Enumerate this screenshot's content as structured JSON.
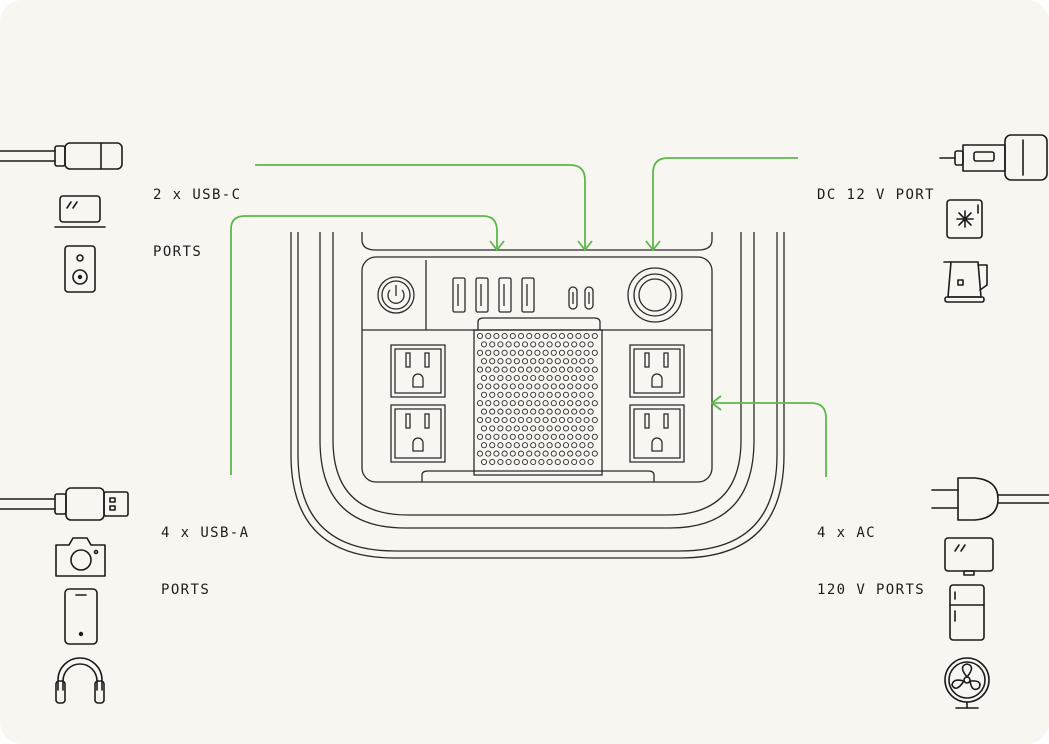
{
  "labels": {
    "usb_c": {
      "line1": "2 x USB-C",
      "line2": "PORTS"
    },
    "dc": {
      "line1": "DC 12 V PORT"
    },
    "usb_a": {
      "line1": "4 x USB-A",
      "line2": "PORTS"
    },
    "ac": {
      "line1": "4 x AC",
      "line2": "120 V PORTS"
    }
  },
  "colors": {
    "background": "#f8f6f0",
    "connector": "#5cb84d",
    "ink": "#1c1c1c"
  },
  "icons": {
    "usb_c_side": [
      "usb-c-cable-icon",
      "laptop-icon",
      "speaker-icon"
    ],
    "usb_a_side": [
      "usb-a-cable-icon",
      "camera-icon",
      "smartphone-icon",
      "headphones-icon"
    ],
    "dc_side": [
      "car-charger-icon",
      "mini-fridge-icon",
      "kettle-icon"
    ],
    "ac_side": [
      "ac-plug-icon",
      "monitor-icon",
      "refrigerator-icon",
      "fan-icon"
    ],
    "device": [
      "power-button-icon",
      "usb-a-port-icon",
      "usb-c-port-icon",
      "dc-port-icon",
      "ac-outlet-icon",
      "speaker-grille"
    ]
  }
}
